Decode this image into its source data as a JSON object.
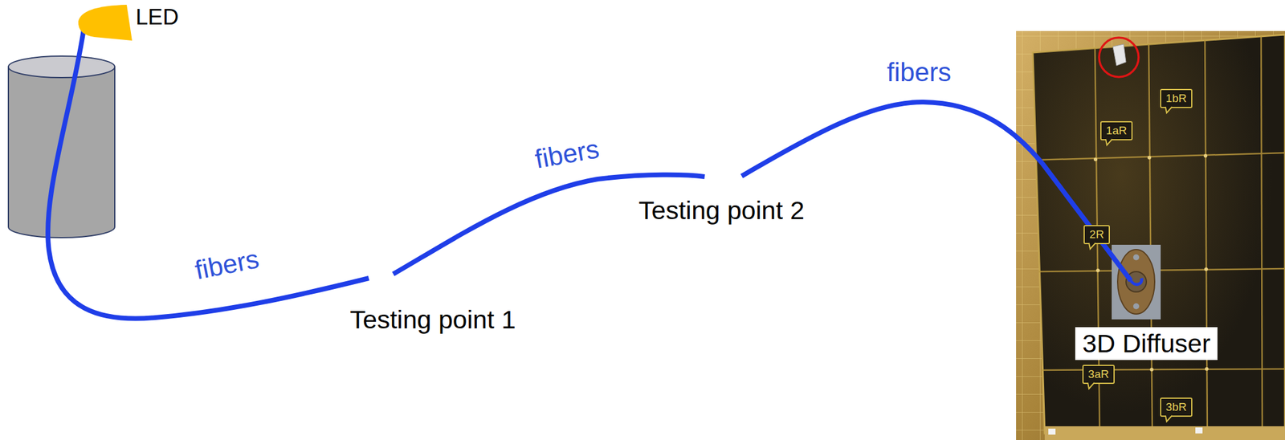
{
  "diagram": {
    "nodes": [
      {
        "text": [
          "LED"
        ]
      },
      {
        "text": [
          "1bR"
        ]
      },
      {
        "text": [
          "1aR"
        ]
      },
      {
        "text": [
          "2R"
        ]
      },
      {
        "text": [
          "3D Diffuser"
        ]
      },
      {
        "text": [
          "3aR"
        ]
      },
      {
        "text": [
          "3bR"
        ]
      }
    ],
    "labels": [
      "fibers",
      "fibers",
      "Testing point 2",
      "fibers",
      "Testing point 1"
    ]
  }
}
